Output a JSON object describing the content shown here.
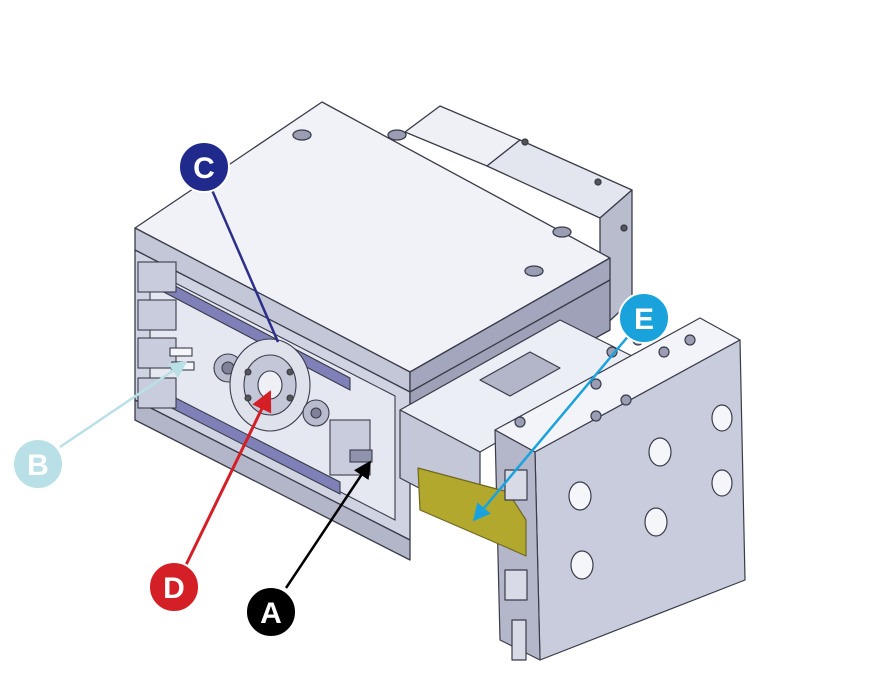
{
  "diagram": {
    "callouts": [
      {
        "id": "A",
        "label": "A",
        "color": "#000000",
        "arrow_color": "#000000"
      },
      {
        "id": "B",
        "label": "B",
        "color": "#b9e0e6",
        "arrow_color": "#b9e0e6"
      },
      {
        "id": "C",
        "label": "C",
        "color": "#1f2a8c",
        "arrow_color": "#2b2f8a"
      },
      {
        "id": "D",
        "label": "D",
        "color": "#d41f26",
        "arrow_color": "#d41f26"
      },
      {
        "id": "E",
        "label": "E",
        "color": "#1aa2dc",
        "arrow_color": "#1aa2dc"
      }
    ],
    "colors": {
      "body_light": "#eef0f6",
      "body_mid": "#c9ccdc",
      "body_dark": "#8f93ab",
      "edge": "#3a3c4a",
      "rail": "#7f80b8",
      "highlight_part": "#b2a82e"
    }
  }
}
